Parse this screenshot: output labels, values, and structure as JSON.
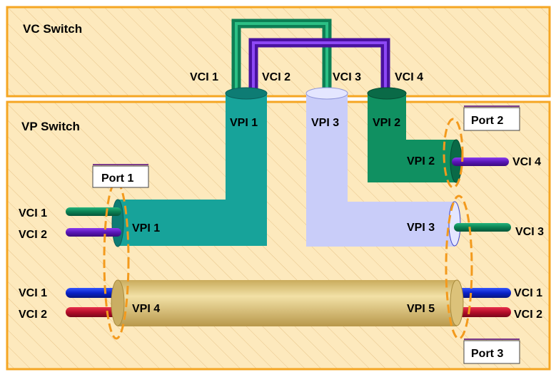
{
  "switches": {
    "vc_title": "VC Switch",
    "vp_title": "VP Switch"
  },
  "ports": {
    "port1": "Port 1",
    "port2": "Port 2",
    "port3": "Port 3"
  },
  "vc_top_labels": {
    "vci1": "VCI 1",
    "vci2": "VCI 2",
    "vci3": "VCI 3",
    "vci4": "VCI 4"
  },
  "vpi_top_labels": {
    "vpi1": "VPI 1",
    "vpi3": "VPI 3",
    "vpi2": "VPI 2"
  },
  "left_labels": {
    "vci1_upper": "VCI 1",
    "vci2_upper": "VCI 2",
    "vpi1": "VPI 1",
    "vci1_lower": "VCI 1",
    "vci2_lower": "VCI 2",
    "vpi4": "VPI 4"
  },
  "right_labels": {
    "vpi2": "VPI 2",
    "vci4": "VCI 4",
    "vpi3": "VPI 3",
    "vci3": "VCI 3",
    "vpi5": "VPI 5",
    "vci1": "VCI 1",
    "vci2": "VCI 2"
  },
  "colors": {
    "vc_bg": "#fbe3b0",
    "vp_bg": "#fce8b8",
    "border": "#f5a623",
    "teal": "#17a39a",
    "teal_dark": "#0e7a73",
    "lavender": "#c8cdfa",
    "green": "#0f8f60",
    "purple": "#6b1fc9",
    "blue": "#1133dd",
    "red": "#c8102e",
    "tan": "#dcc27a",
    "dash": "#f39a1d"
  }
}
